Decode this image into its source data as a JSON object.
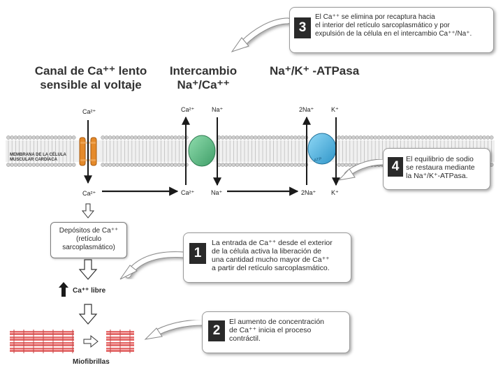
{
  "headers": {
    "channel": [
      "Canal de Ca⁺⁺ lento",
      "sensible al voltaje"
    ],
    "exchanger": [
      "Intercambio",
      "Na⁺/Ca⁺⁺"
    ],
    "pump": "Na⁺/K⁺ -ATPasa"
  },
  "membrane_label": [
    "MEMBRANA DE LA CÉLULA",
    "MUSCULAR CARDÍACA"
  ],
  "ion_labels": {
    "channel_top": "Ca²⁺",
    "channel_bottom": "Ca²⁺",
    "exchanger_top_ca": "Ca²⁺",
    "exchanger_top_na": "Na⁺",
    "exchanger_bottom_ca": "Ca²⁺",
    "exchanger_bottom_na": "Na⁺",
    "pump_top_na": "2Na⁺",
    "pump_top_k": "K⁺",
    "pump_bottom_na": "2Na⁺",
    "pump_bottom_k": "K⁺",
    "atp": "ATP"
  },
  "deposits_box": [
    "Depósitos de Ca⁺⁺",
    "(retículo",
    "sarcoplasmático)"
  ],
  "free_ca": "Ca⁺⁺ libre",
  "myofibrils": "Miofibrillas",
  "callouts": [
    {
      "number": "1",
      "lines": [
        "La entrada de Ca⁺⁺ desde el exterior",
        "de la célula activa la liberación de",
        "una cantidad mucho mayor de Ca⁺⁺",
        "a partir del retículo sarcoplasmático."
      ]
    },
    {
      "number": "2",
      "lines": [
        "El aumento de concentración",
        "de Ca⁺⁺ inicia el proceso",
        "contráctil."
      ]
    },
    {
      "number": "3",
      "lines": [
        "El Ca⁺⁺ se elimina por recaptura hacia",
        "el interior del retículo sarcoplasmático y por",
        "expulsión de la célula en el intercambio Ca⁺⁺/Na⁺."
      ]
    },
    {
      "number": "4",
      "lines": [
        "El equilibrio de sodio",
        "se restaura mediante",
        "la Na⁺/K⁺-ATPasa."
      ]
    }
  ],
  "colors": {
    "channel": "#e58a2a",
    "exchanger": "#6cc390",
    "pump": "#58b9e8",
    "myofibril": "#e05a5a",
    "membrane_head": "#b8b8b8"
  }
}
